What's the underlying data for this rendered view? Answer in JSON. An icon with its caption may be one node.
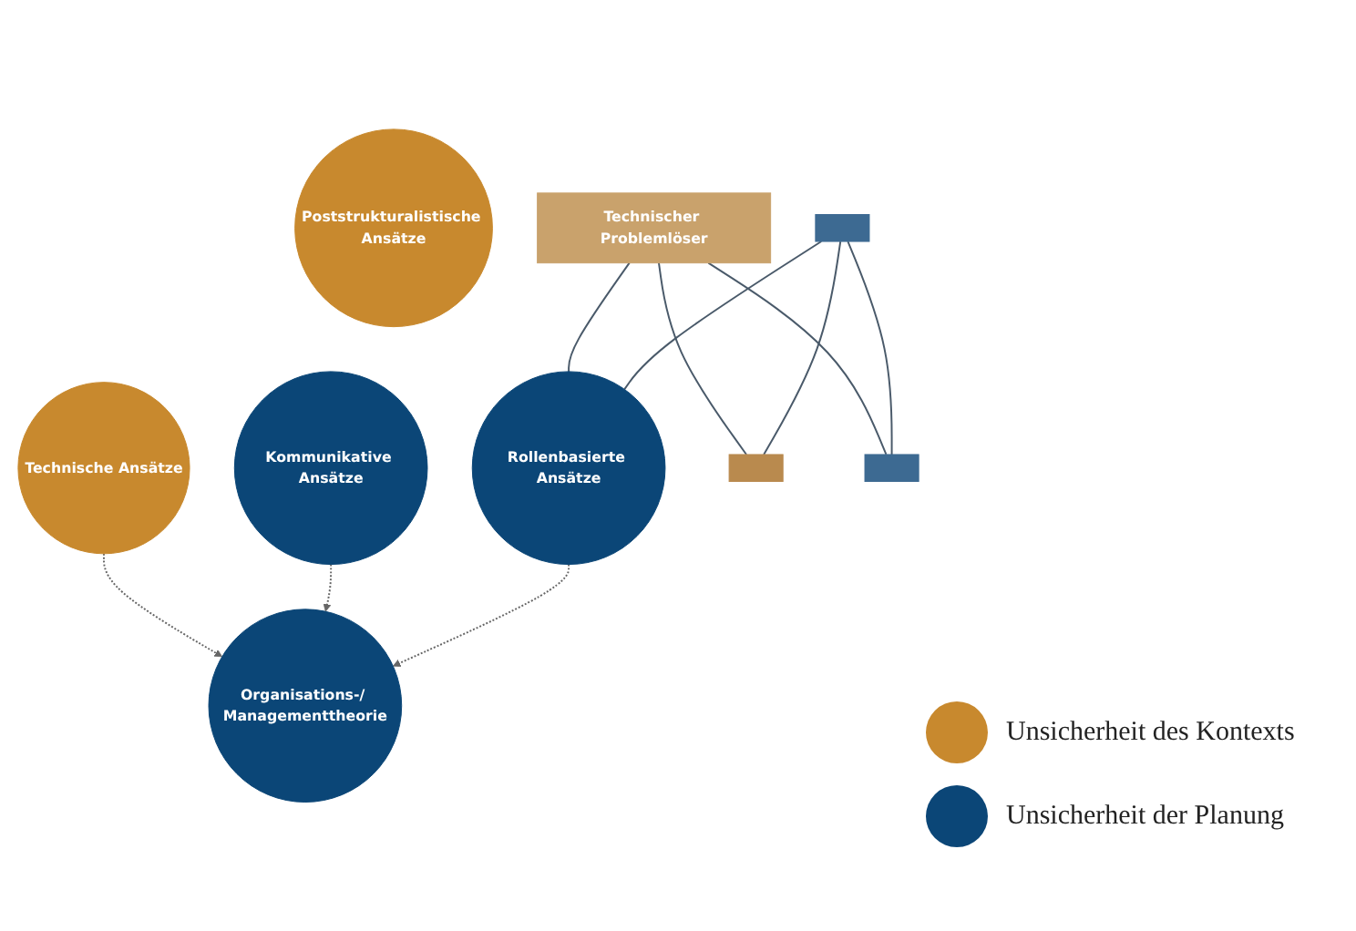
{
  "diagram": {
    "nodes": [
      {
        "text": [
          "Poststrukturalistische Ansätze"
        ]
      },
      {
        "text": [
          "Technische Ansätze"
        ]
      },
      {
        "text": [
          "Rollenbasierte Ansätze"
        ]
      },
      {
        "text": [
          "Kommunikative Ansätze"
        ]
      },
      {
        "text": [
          "Organisations-/ Managementtheorie"
        ]
      },
      {
        "text": [],
        "shape": "box"
      },
      {
        "text": [
          "Technischer Problemlöser"
        ]
      },
      {
        "text": [],
        "shape": "box"
      },
      {
        "text": [],
        "shape": "box"
      }
    ],
    "edges": [
      {
        "from": 6,
        "to": 5,
        "arrow": "none"
      },
      {
        "from": 6,
        "to": 2,
        "arrow": "none"
      },
      {
        "from": 6,
        "to": 8,
        "arrow": "none"
      },
      {
        "from": 7,
        "to": 5,
        "arrow": "none"
      },
      {
        "from": 7,
        "to": 2,
        "arrow": "none"
      },
      {
        "from": 7,
        "to": 8,
        "arrow": "none"
      },
      {
        "from": 1,
        "to": 4,
        "arrow": "to",
        "style": "dashed"
      },
      {
        "from": 3,
        "to": 4,
        "arrow": "to",
        "style": "dashed"
      },
      {
        "from": 2,
        "to": 4,
        "arrow": "to",
        "style": "dashed"
      }
    ],
    "legend": [
      {
        "text": "Unsicherheit des Kontexts",
        "color": "#c8892e"
      },
      {
        "text": "Unsicherheit der Planung",
        "color": "#0b4677"
      }
    ]
  }
}
